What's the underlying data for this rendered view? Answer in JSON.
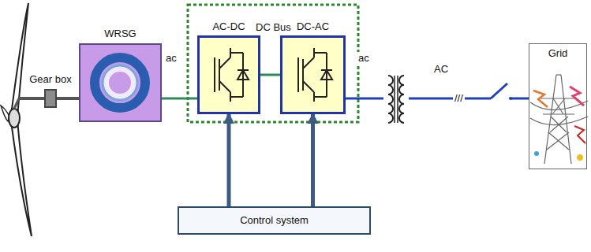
{
  "diagram": {
    "nodes": [
      {
        "text": [
          "Gear box"
        ]
      },
      {
        "text": [
          "WRSG"
        ]
      },
      {
        "text": [
          "AC-DC"
        ]
      },
      {
        "text": [
          "DC-AC"
        ]
      },
      {
        "text": [
          "Control system"
        ]
      },
      {
        "text": [
          "Grid"
        ]
      }
    ],
    "edges": [
      {
        "from": 0,
        "to": 1,
        "arrow": "none"
      },
      {
        "from": 1,
        "to": 2,
        "label": "ac",
        "arrow": "none"
      },
      {
        "from": 2,
        "to": 3,
        "label": "DC Bus",
        "arrow": "none"
      },
      {
        "from": 4,
        "to": 2,
        "arrow": "to"
      },
      {
        "from": 4,
        "to": 3,
        "arrow": "to"
      },
      {
        "from": 3,
        "to": 5,
        "arrow": "none"
      }
    ],
    "labels": [
      "ac",
      "AC",
      "///"
    ]
  }
}
